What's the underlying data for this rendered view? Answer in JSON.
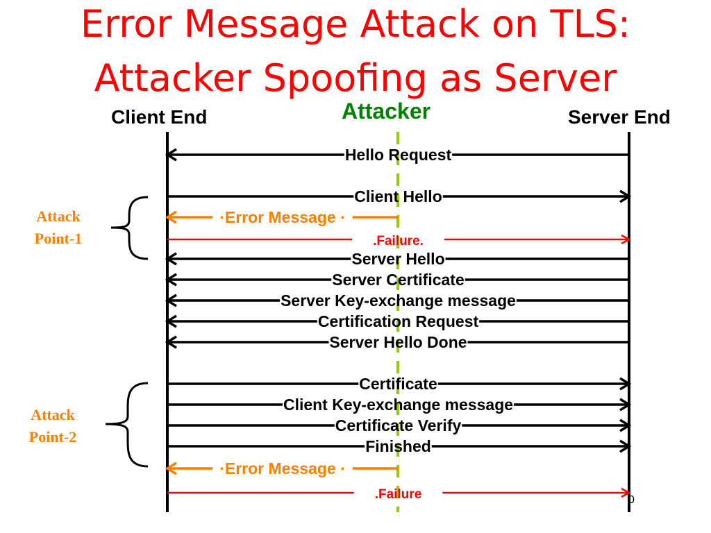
{
  "title": {
    "line1": "Error Message Attack on TLS:",
    "line2": "Attacker Spoofing as Server"
  },
  "parties": {
    "client": "Client End",
    "attacker": "Attacker",
    "server": "Server End"
  },
  "attack_points": {
    "first": {
      "line1": "Attack",
      "line2": "Point-1"
    },
    "second": {
      "line1": "Attack",
      "line2": "Point-2"
    }
  },
  "messages": [
    {
      "label": "Hello Request",
      "from": "server",
      "to": "client"
    },
    {
      "label": "Client Hello",
      "from": "client",
      "to": "server"
    },
    {
      "label": "·Error Message ·",
      "from": "attacker",
      "to": "client"
    },
    {
      "label": ".Failure.",
      "from": "client",
      "to": "server"
    },
    {
      "label": "Server Hello",
      "from": "server",
      "to": "client"
    },
    {
      "label": "Server Certificate",
      "from": "server",
      "to": "client"
    },
    {
      "label": "Server Key-exchange message",
      "from": "server",
      "to": "client"
    },
    {
      "label": "Certification Request",
      "from": "server",
      "to": "client"
    },
    {
      "label": "Server Hello Done",
      "from": "server",
      "to": "client"
    },
    {
      "label": "Certificate",
      "from": "client",
      "to": "server"
    },
    {
      "label": "Client Key-exchange message",
      "from": "client",
      "to": "server"
    },
    {
      "label": "Certificate Verify",
      "from": "client",
      "to": "server"
    },
    {
      "label": "Finished",
      "from": "client",
      "to": "server"
    },
    {
      "label": "·Error Message ·",
      "from": "attacker",
      "to": "client"
    },
    {
      "label": ".Failure",
      "from": "client",
      "to": "server"
    }
  ],
  "page_number": "0",
  "colors": {
    "title": "#ff0000",
    "attacker": "#008000",
    "attacker_lifeline": "#99cc00",
    "error_message": "#ff8000",
    "failure": "#ff0000",
    "normal": "#000000"
  }
}
